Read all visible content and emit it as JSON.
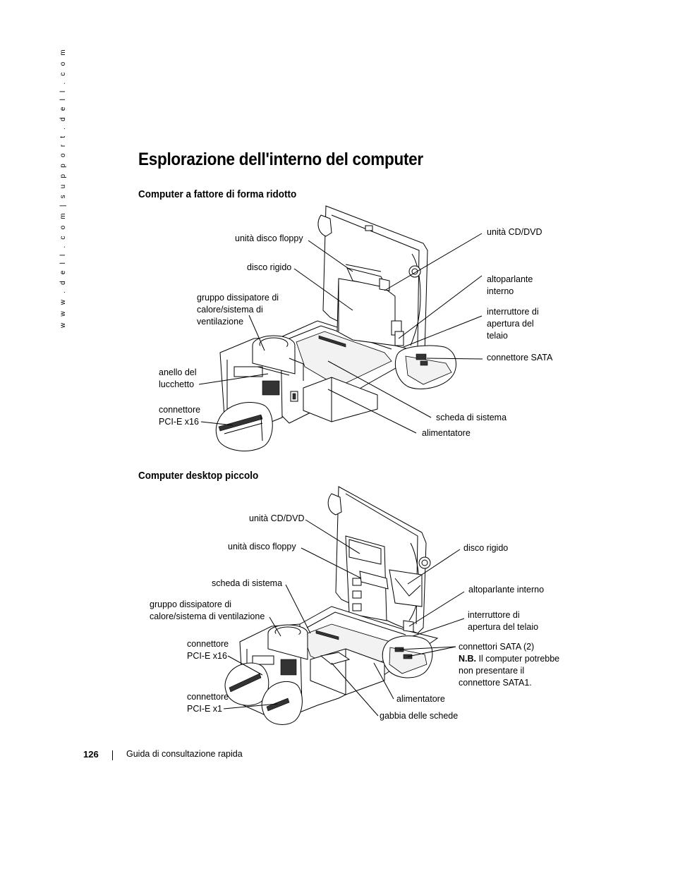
{
  "side_url": "w w w . d e l l . c o m | s u p p o r t . d e l l . c o m",
  "title": "Esplorazione dell'interno del computer",
  "section1": {
    "heading": "Computer a fattore di forma ridotto",
    "labels": {
      "floppy": "unità disco floppy",
      "hdd": "disco rigido",
      "heatsink": "gruppo dissipatore di\ncalore/sistema di\nventilazione",
      "padlock": "anello del\nlucchetto",
      "pcie16": "connettore\nPCI-E x16",
      "cddvd": "unità CD/DVD",
      "speaker": "altoparlante\ninterno",
      "intrusion": "interruttore di\napertura del\ntelaio",
      "sata": "connettore SATA",
      "board": "scheda di sistema",
      "psu": "alimentatore"
    }
  },
  "section2": {
    "heading": "Computer desktop piccolo",
    "labels": {
      "cddvd": "unità CD/DVD",
      "floppy": "unità disco floppy",
      "board": "scheda di sistema",
      "heatsink": "gruppo dissipatore di\ncalore/sistema di ventilazione",
      "pcie16": "connettore\nPCI-E x16",
      "pcie1": "connettore\nPCI-E x1",
      "hdd": "disco rigido",
      "speaker": "altoparlante interno",
      "intrusion": "interruttore di\napertura del telaio",
      "sata_title": "connettori SATA (2)",
      "sata_nb": "N.B.",
      "sata_note": " Il computer potrebbe\nnon presentare il\nconnettore SATA1.",
      "psu": "alimentatore",
      "cardcage": "gabbia delle schede"
    }
  },
  "footer": {
    "page_number": "126",
    "guide": "Guida di consultazione rapida"
  }
}
